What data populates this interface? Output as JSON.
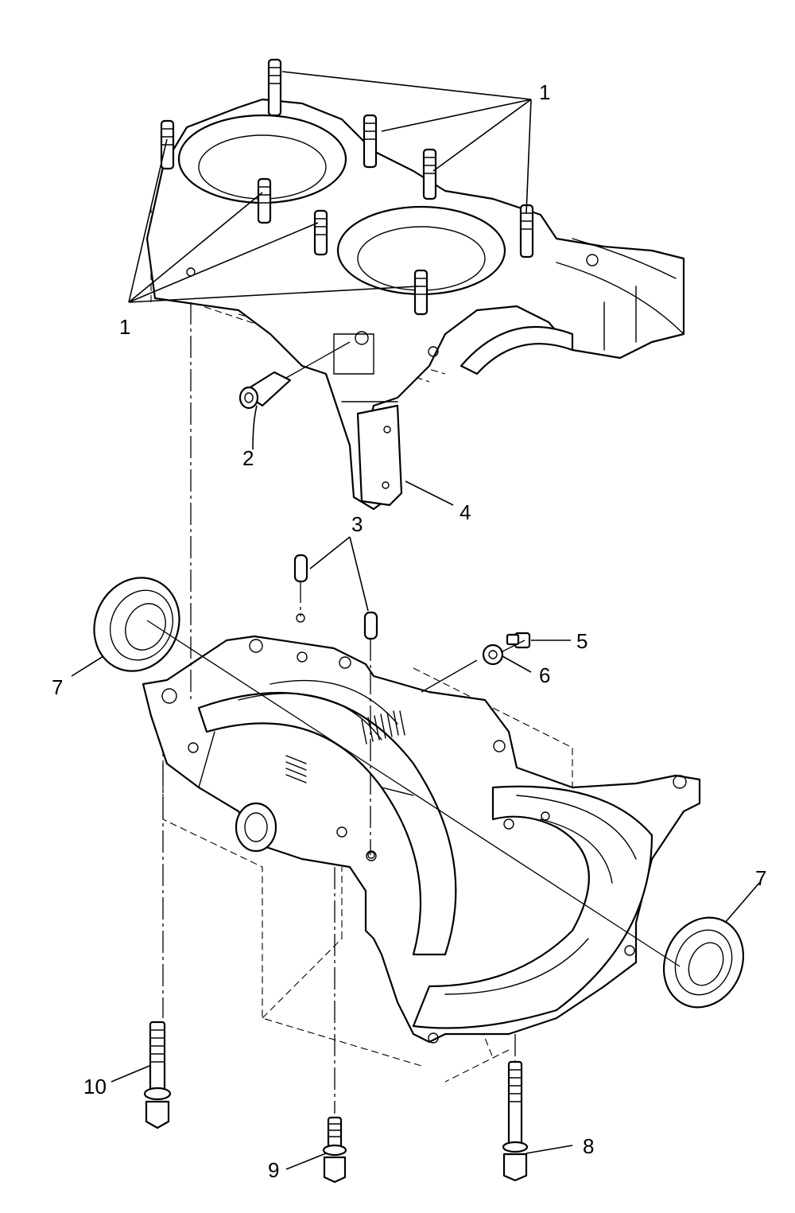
{
  "callouts": {
    "c1_top": "1",
    "c1_left": "1",
    "c2": "2",
    "c3": "3",
    "c4": "4",
    "c5": "5",
    "c6": "6",
    "c7_left": "7",
    "c7_right": "7",
    "c8": "8",
    "c9": "9",
    "c10": "10"
  },
  "colors": {
    "line": "#000000",
    "background": "#ffffff"
  }
}
